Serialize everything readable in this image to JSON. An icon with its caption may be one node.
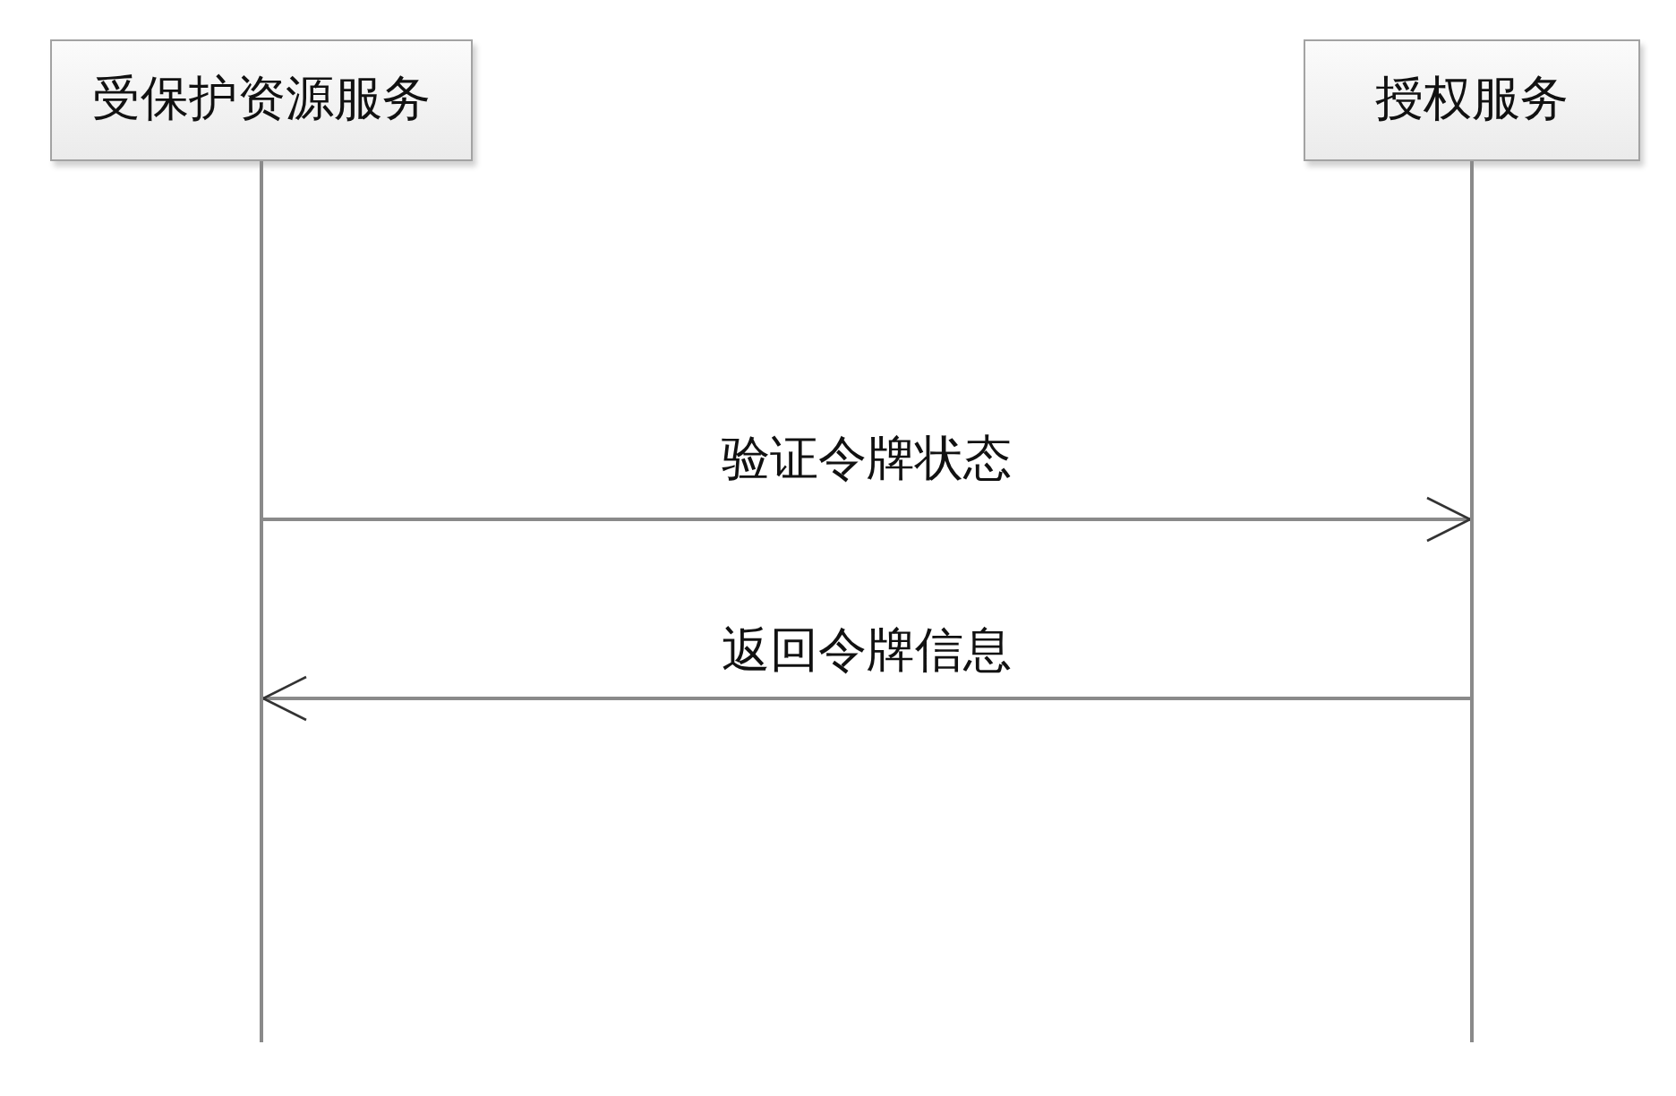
{
  "diagram": {
    "nodes": [
      {
        "text": [
          "受保护资源服务"
        ]
      },
      {
        "text": [
          "授权服务"
        ]
      },
      {
        "text": [],
        "shape": "line"
      },
      {
        "text": [],
        "shape": "line"
      }
    ],
    "edges": [
      {
        "from": 2,
        "to": 3,
        "label": "验证令牌状态",
        "arrow": "to"
      },
      {
        "from": 3,
        "to": 2,
        "label": "返回令牌信息",
        "arrow": "to"
      }
    ]
  }
}
